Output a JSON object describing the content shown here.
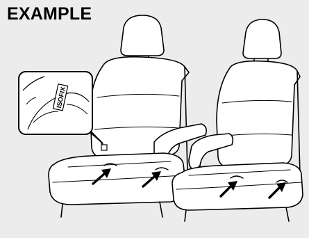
{
  "heading": "EXAMPLE",
  "inset": {
    "tag_text": "ISOFIX"
  },
  "figure": {
    "seats": [
      "left-seat",
      "right-seat"
    ],
    "arrow_count": 4
  }
}
